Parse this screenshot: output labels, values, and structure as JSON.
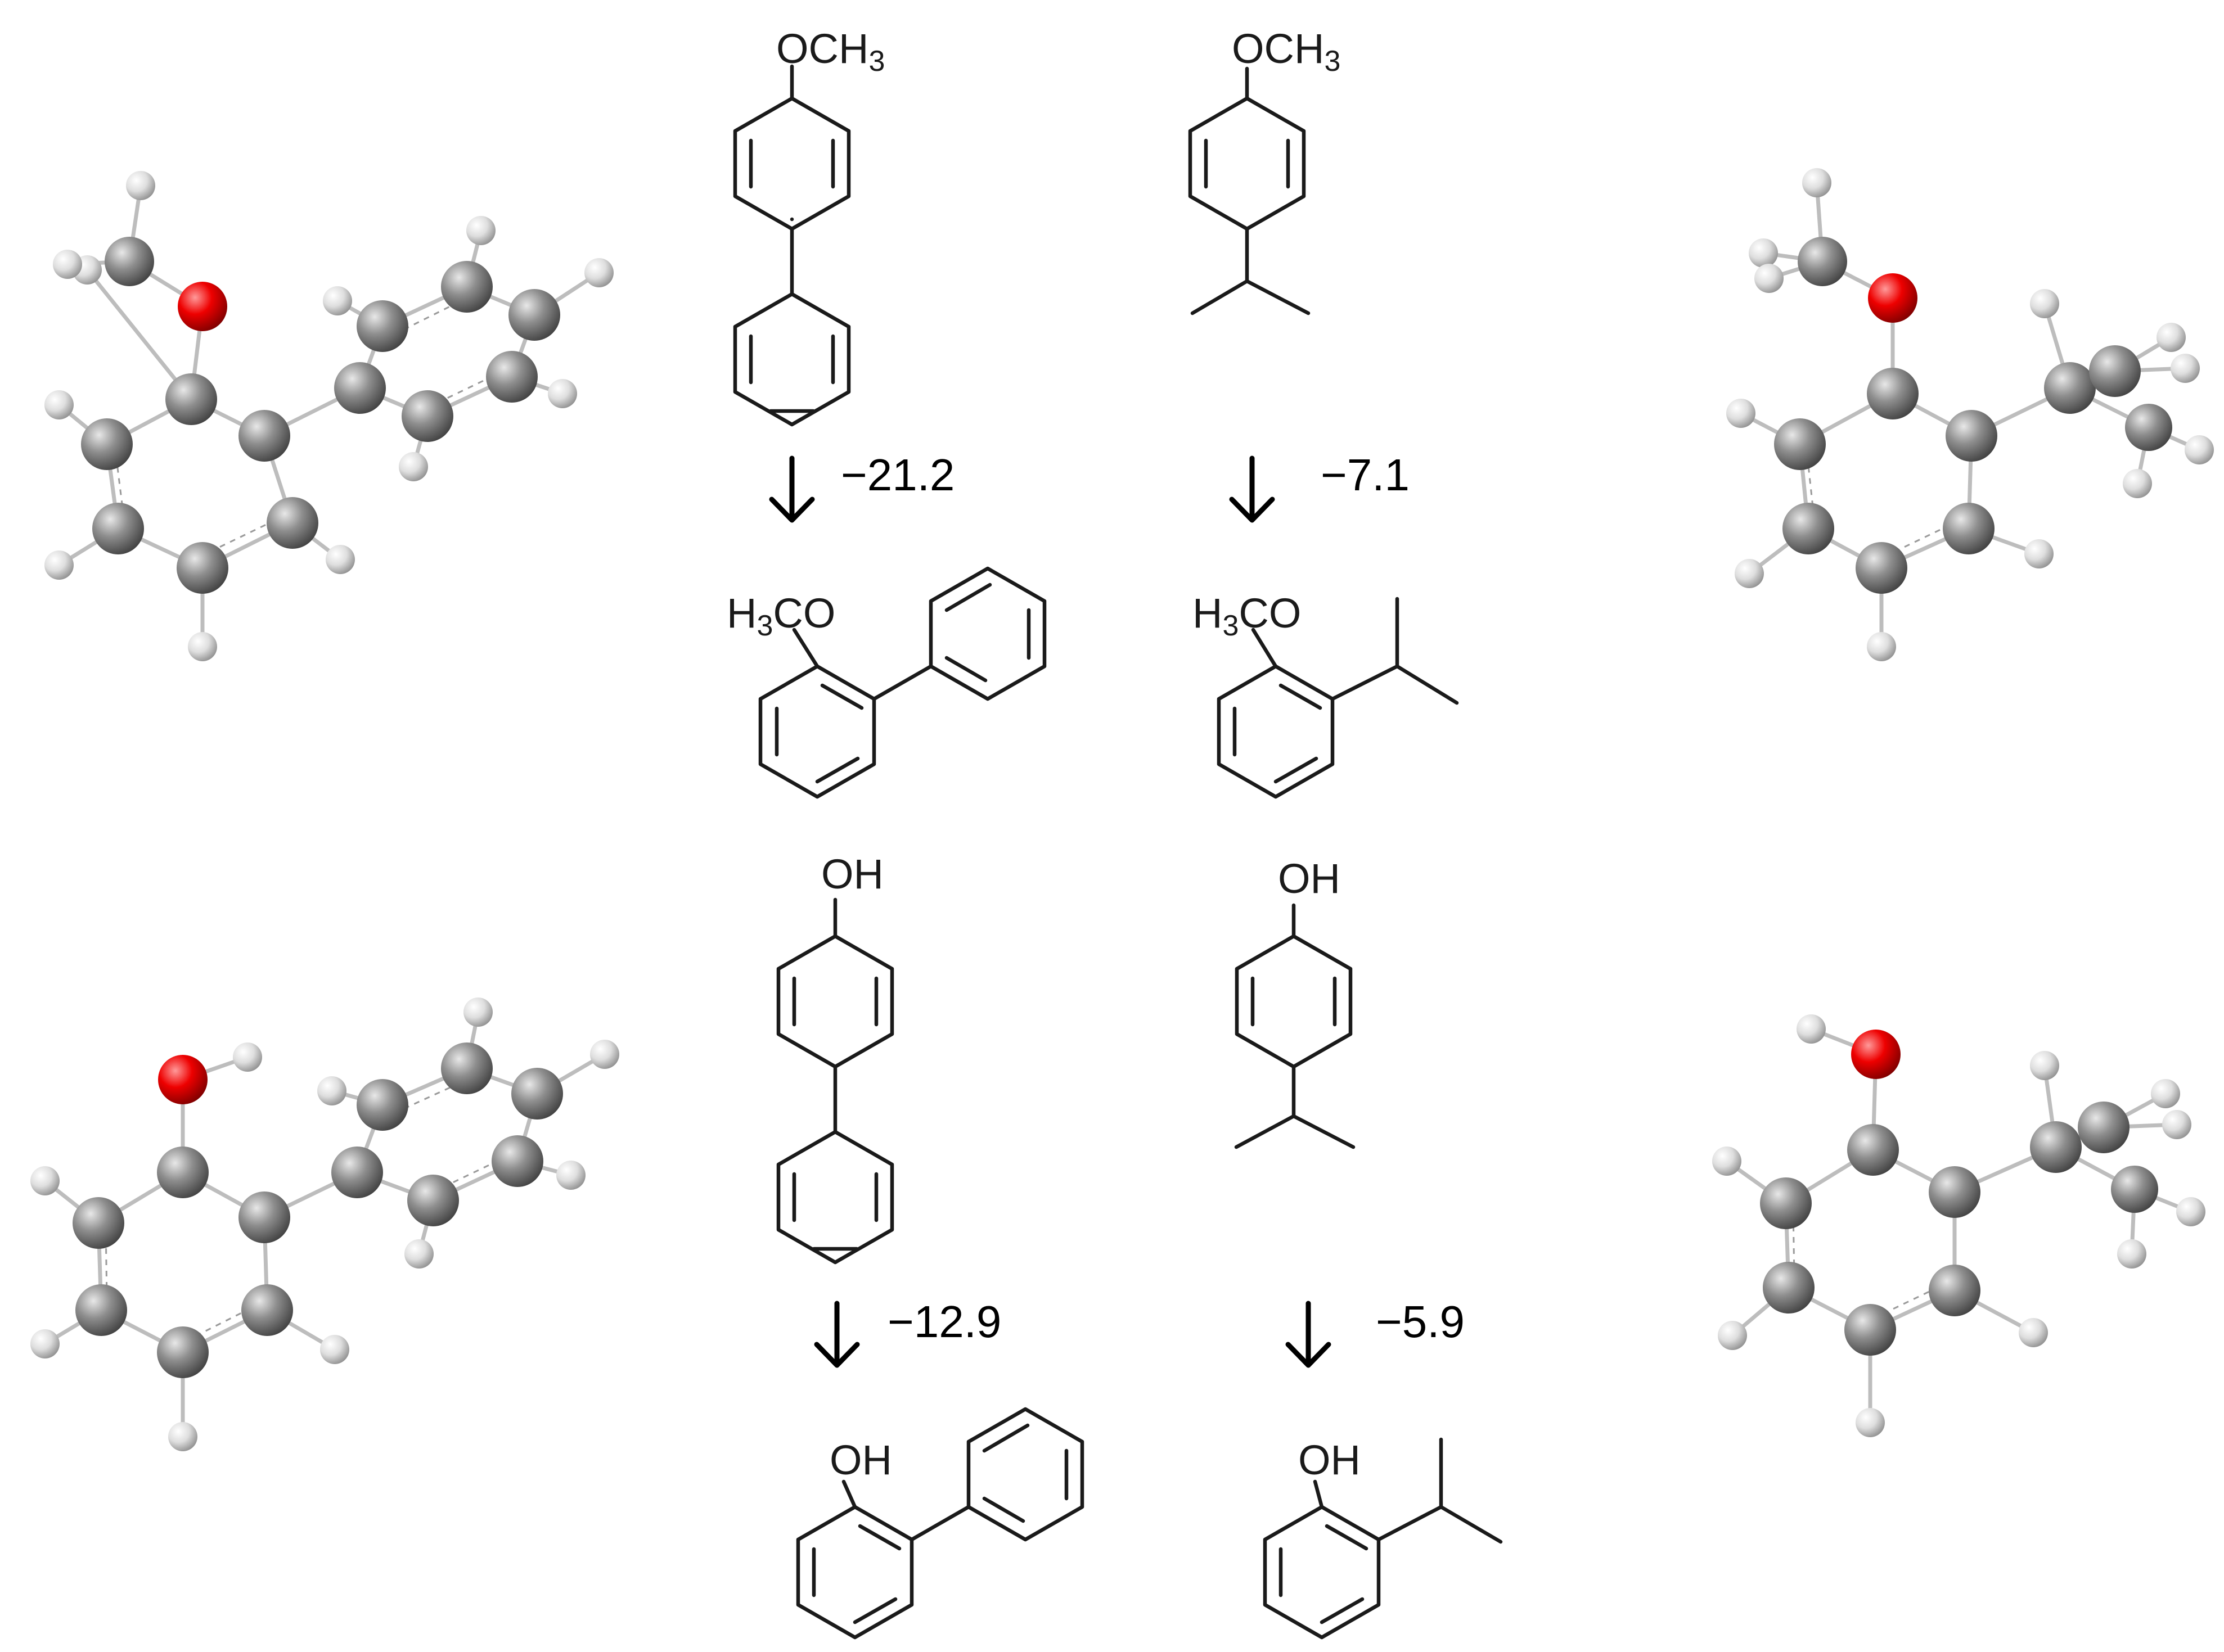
{
  "colors": {
    "oxygen": "#dd0000",
    "carbon": "#7a7a7a",
    "hydrogen": "#e6e6e6",
    "bond": "#1a1a1a"
  },
  "groups": {
    "och3": {
      "main": "OCH",
      "sub": "3"
    },
    "h3co": {
      "pre": "H",
      "sub": "3",
      "main": "CO"
    },
    "oh": "OH"
  },
  "energies": {
    "methoxybiphenyl": "−21.2",
    "methoxycumene": "−7.1",
    "hydroxybiphenyl": "−12.9",
    "hydroxycumene": "−5.9"
  }
}
